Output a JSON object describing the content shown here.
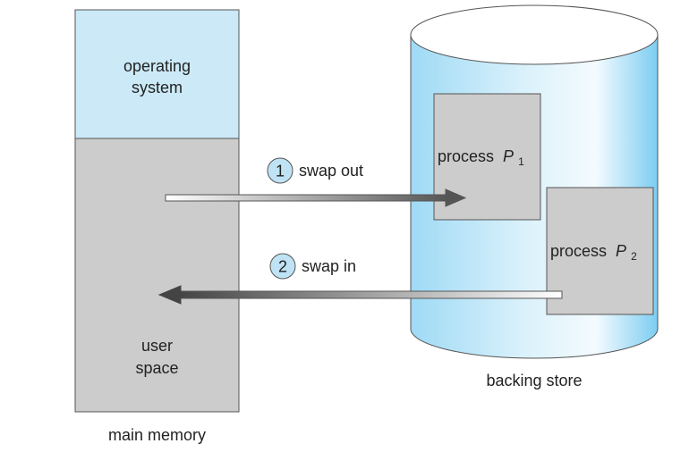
{
  "main_memory": {
    "os_line1": "operating",
    "os_line2": "system",
    "user_line1": "user",
    "user_line2": "space",
    "caption": "main memory"
  },
  "backing_store": {
    "caption": "backing store",
    "process1_label": "process",
    "process1_name": "P",
    "process1_sub": "1",
    "process2_label": "process",
    "process2_name": "P",
    "process2_sub": "2"
  },
  "steps": {
    "out_number": "1",
    "out_label": "swap out",
    "in_number": "2",
    "in_label": "swap in"
  },
  "colors": {
    "os_region": "#cbe9f7",
    "user_region": "#cccccc",
    "cylinder_body": "#c6e8f8",
    "cylinder_edge": "#7ccdf2",
    "process_box": "#cccccc",
    "step_circle": "#bfe3f5",
    "arrow_dark": "#555555"
  }
}
